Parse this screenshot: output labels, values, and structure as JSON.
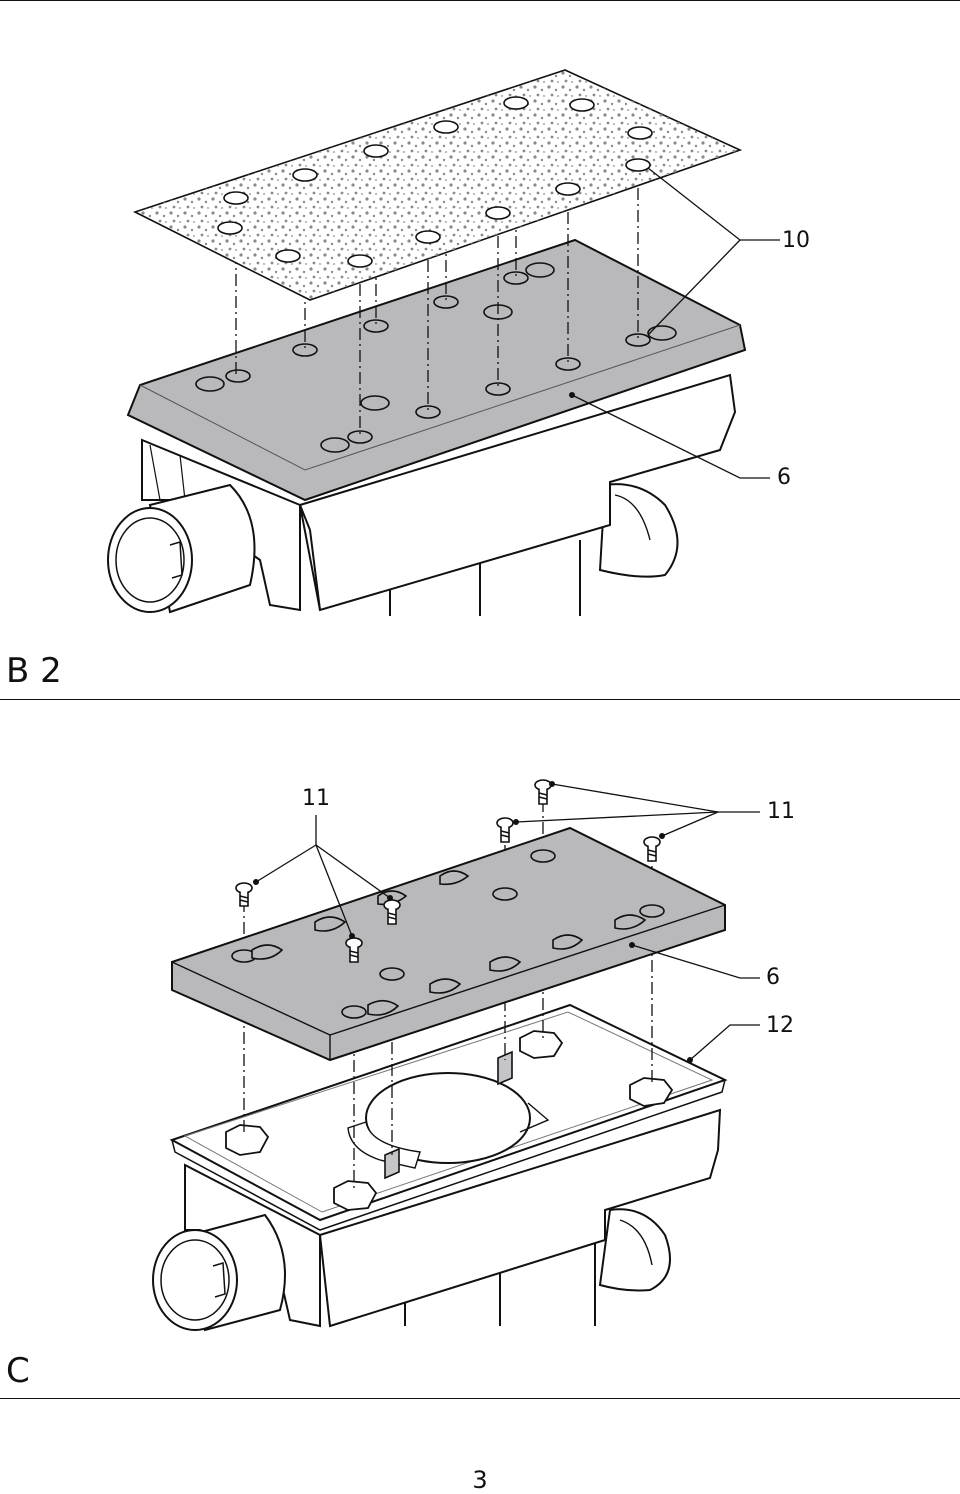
{
  "figures": [
    {
      "label": "B 2",
      "callouts": {
        "sanding_sheet": "10",
        "sanding_pad": "6"
      }
    },
    {
      "label": "C",
      "callouts": {
        "screws_left": "11",
        "screws_right": "11",
        "sanding_pad": "6",
        "base_plate": "12"
      }
    }
  ],
  "page_number": "3",
  "colors": {
    "pad_grey": "#b9b9bb",
    "line": "#111111",
    "abrasive_dot": "#8a8a8a"
  }
}
